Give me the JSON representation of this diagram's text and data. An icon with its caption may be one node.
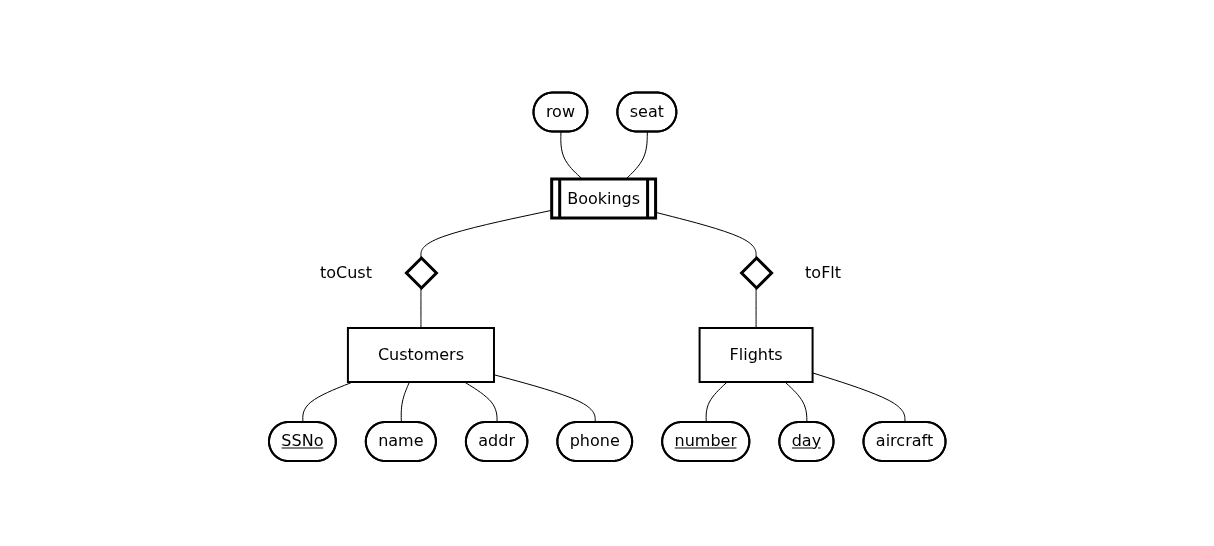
{
  "diagram": {
    "nodes": [
      {
        "text": [
          "row"
        ]
      },
      {
        "text": [
          "seat"
        ]
      },
      {
        "text": [
          "Bookings"
        ]
      },
      {
        "text": [],
        "shape": "diamond",
        "beside": [
          "toCust"
        ]
      },
      {
        "text": [],
        "shape": "diamond",
        "beside": [
          "toFlt"
        ]
      },
      {
        "text": [
          "Customers"
        ]
      },
      {
        "text": [
          "Flights"
        ]
      },
      {
        "text": [
          "SSNo"
        ]
      },
      {
        "text": [
          "name"
        ]
      },
      {
        "text": [
          "addr"
        ]
      },
      {
        "text": [
          "phone"
        ]
      },
      {
        "text": [
          "number"
        ]
      },
      {
        "text": [
          "day"
        ]
      },
      {
        "text": [
          "aircraft"
        ]
      }
    ],
    "edges": [
      {
        "from": 0,
        "to": 2,
        "arrow": "none"
      },
      {
        "from": 1,
        "to": 2,
        "arrow": "none"
      },
      {
        "from": 2,
        "to": 3,
        "arrow": "none"
      },
      {
        "from": 2,
        "to": 4,
        "arrow": "none"
      },
      {
        "from": 3,
        "to": 5,
        "arrow": "none"
      },
      {
        "from": 4,
        "to": 6,
        "arrow": "none"
      },
      {
        "from": 5,
        "to": 7,
        "arrow": "none"
      },
      {
        "from": 5,
        "to": 8,
        "arrow": "none"
      },
      {
        "from": 5,
        "to": 9,
        "arrow": "none"
      },
      {
        "from": 5,
        "to": 10,
        "arrow": "none"
      },
      {
        "from": 6,
        "to": 11,
        "arrow": "none"
      },
      {
        "from": 6,
        "to": 12,
        "arrow": "none"
      },
      {
        "from": 6,
        "to": 13,
        "arrow": "none"
      }
    ]
  }
}
